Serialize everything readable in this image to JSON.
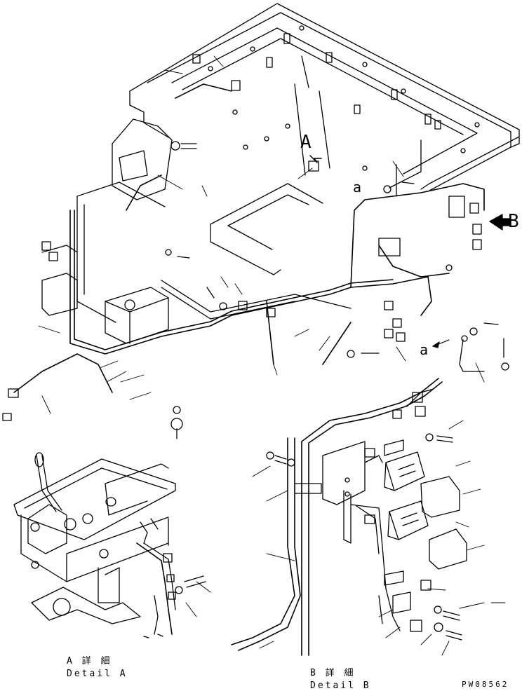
{
  "labels": {
    "view_a_marker": "A",
    "view_b_marker": "B",
    "ref_a_upper": "a",
    "ref_a_lower": "a"
  },
  "captions": {
    "detail_a_jp": "A 詳 細",
    "detail_a_en": "Detail A",
    "detail_b_jp": "B 詳 細",
    "detail_b_en": "Detail B"
  },
  "drawing_code": "PW08562",
  "colors": {
    "ink": "#000000",
    "paper": "#ffffff"
  }
}
